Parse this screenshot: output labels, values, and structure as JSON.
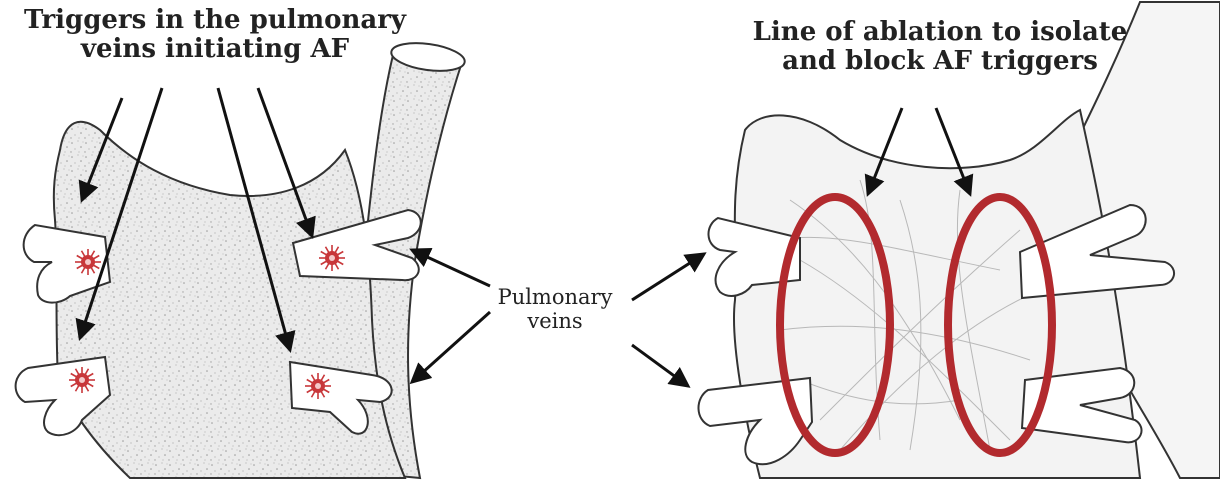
{
  "labels": {
    "triggers": [
      "Triggers in the pulmonary",
      "veins initiating AF"
    ],
    "ablation": [
      "Line of ablation to isolate",
      "and block AF triggers"
    ],
    "pulmonary_veins": [
      "Pulmonary",
      "veins"
    ]
  },
  "colors": {
    "ablation_line": "#b22a2e",
    "trigger_star": "#c8373a",
    "outline": "#333333",
    "atrium_fill": "#e4e4e4"
  }
}
